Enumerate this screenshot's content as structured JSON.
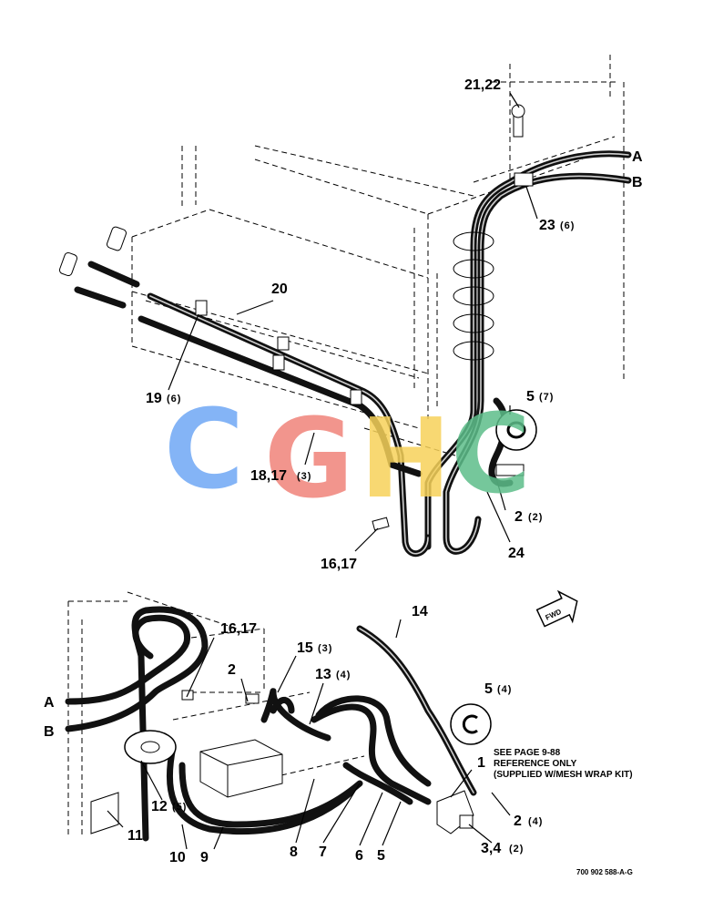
{
  "callouts": {
    "c21_22": "21,22",
    "cA_top": "A",
    "cB_top": "B",
    "c23": "23",
    "c23_qty": "(6)",
    "c20": "20",
    "c19": "19",
    "c19_qty": "(6)",
    "c5_top": "5",
    "c5_top_qty": "(7)",
    "c18_17": "18,17",
    "c18_17_qty": "(3)",
    "c2_top": "2",
    "c2_top_qty": "(2)",
    "c24": "24",
    "c16_17_top": "16,17",
    "c14": "14",
    "c16_17_bot": "16,17",
    "c15": "15",
    "c15_qty": "(3)",
    "c2_mid": "2",
    "c13": "13",
    "c13_qty": "(4)",
    "c5_bot": "5",
    "c5_bot_qty": "(4)",
    "cA_bot": "A",
    "cB_bot": "B",
    "c1": "1",
    "c2_bot": "2",
    "c2_bot_qty": "(4)",
    "c12": "12",
    "c12_qty": "(5)",
    "c11": "11",
    "c10": "10",
    "c9": "9",
    "c8": "8",
    "c7": "7",
    "c6": "6",
    "c5_last": "5",
    "c3_4": "3,4",
    "c3_4_qty": "(2)"
  },
  "note_lines": [
    "SEE PAGE 9-88",
    "REFERENCE ONLY",
    "(SUPPLIED W/MESH WRAP KIT)"
  ],
  "fwd_label": "FWD",
  "drawing_number": "700 902 588-A-G",
  "watermark": {
    "letters": [
      "C",
      "G",
      "H",
      "C"
    ],
    "colors": [
      "#6FA8F5",
      "#F0837A",
      "#F7D25A",
      "#5DBE8A"
    ]
  }
}
